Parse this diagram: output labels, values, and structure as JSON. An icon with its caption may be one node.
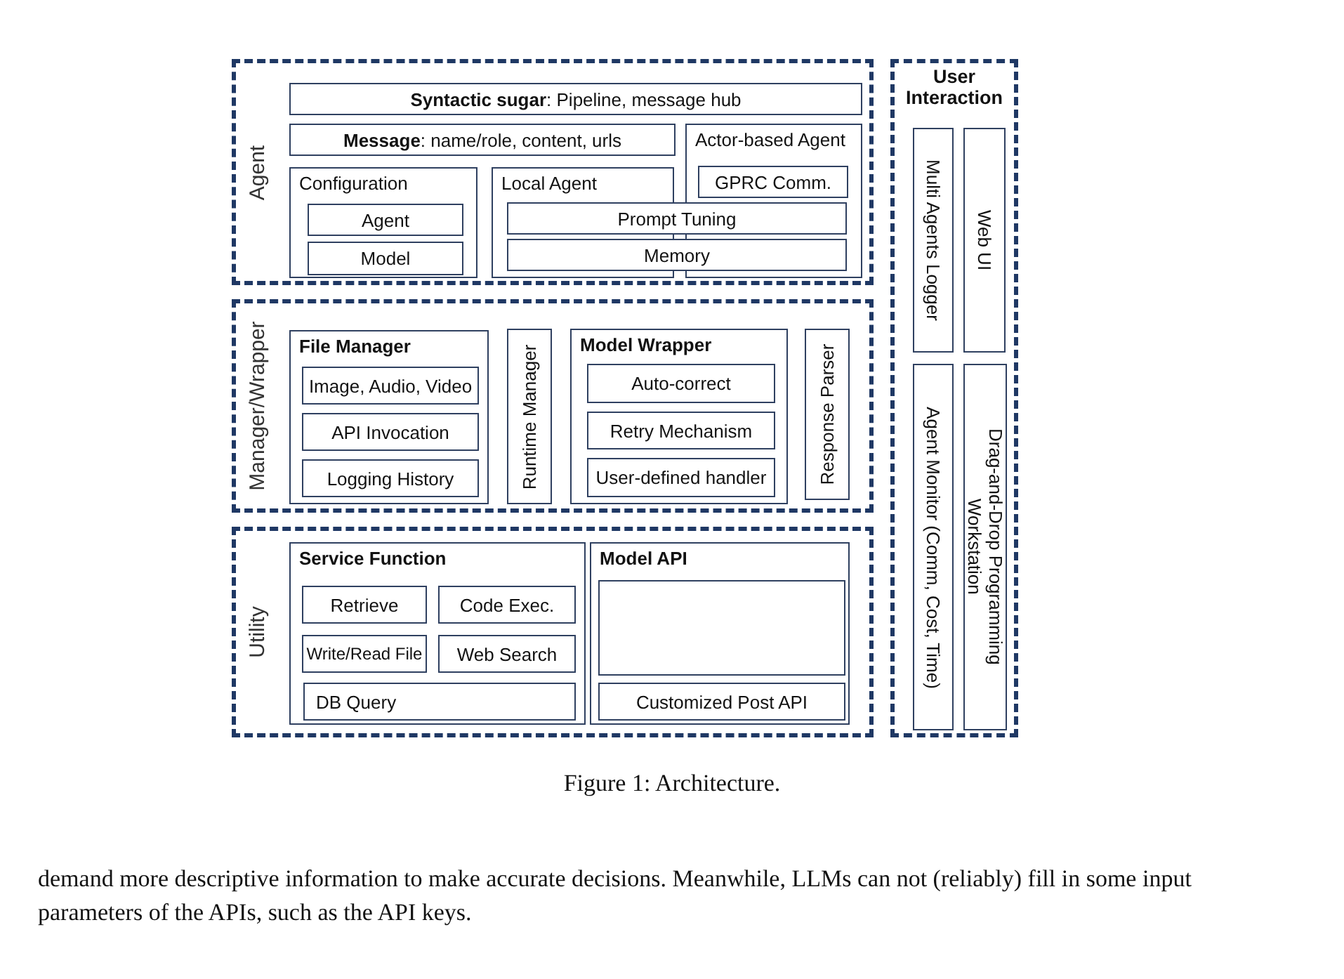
{
  "diagram": {
    "caption": "Figure 1: Architecture.",
    "nodes": [
      {
        "text": [
          "Agent"
        ]
      },
      {
        "text": [
          "**Syntactic sugar**: Pipeline, message hub"
        ],
        "in": 0
      },
      {
        "text": [
          "**Message**: name/role, content, urls"
        ],
        "in": 0
      },
      {
        "text": [
          "Actor-based Agent"
        ],
        "in": 0
      },
      {
        "text": [
          "GPRC Comm."
        ],
        "in": 3
      },
      {
        "text": [
          "Configuration"
        ],
        "in": 0
      },
      {
        "text": [
          "Agent"
        ],
        "in": 5
      },
      {
        "text": [
          "Model"
        ],
        "in": 5
      },
      {
        "text": [
          "Local Agent"
        ],
        "in": 0
      },
      {
        "text": [
          "Prompt Tuning"
        ],
        "in": 0
      },
      {
        "text": [
          "Memory"
        ],
        "in": 0
      },
      {
        "text": [
          "Manager/Wrapper"
        ]
      },
      {
        "text": [
          "File Manager"
        ],
        "in": 11
      },
      {
        "text": [
          "Image, Audio, Video"
        ],
        "in": 12
      },
      {
        "text": [
          "API Invocation"
        ],
        "in": 12
      },
      {
        "text": [
          "Logging History"
        ],
        "in": 12
      },
      {
        "text": [
          "Runtime Manager"
        ],
        "in": 11
      },
      {
        "text": [
          "Model Wrapper"
        ],
        "in": 11
      },
      {
        "text": [
          "Auto-correct"
        ],
        "in": 17
      },
      {
        "text": [
          "Retry Mechanism"
        ],
        "in": 17
      },
      {
        "text": [
          "User-defined handler"
        ],
        "in": 17
      },
      {
        "text": [
          "Response Parser"
        ],
        "in": 11
      },
      {
        "text": [
          "Utility"
        ]
      },
      {
        "text": [
          "Service Function"
        ],
        "in": 22
      },
      {
        "text": [
          "Retrieve"
        ],
        "in": 23
      },
      {
        "text": [
          "Code Exec."
        ],
        "in": 23
      },
      {
        "text": [
          "Write/Read File"
        ],
        "in": 23
      },
      {
        "text": [
          "Web Search"
        ],
        "in": 23
      },
      {
        "text": [
          "DB Query"
        ],
        "in": 23
      },
      {
        "text": [
          "Model API"
        ],
        "in": 22
      },
      {
        "text": [],
        "shape": "box",
        "in": 29
      },
      {
        "text": [
          "Customized Post API"
        ],
        "in": 29
      },
      {
        "text": [
          "User Interaction"
        ]
      },
      {
        "text": [
          "Multi Agents Logger"
        ],
        "in": 32
      },
      {
        "text": [
          "Web UI"
        ],
        "in": 32
      },
      {
        "text": [
          "Agent Monitor (Comm, Cost, Time)"
        ],
        "in": 32
      },
      {
        "text": [
          "Drag-and-Drop Programming Workstation"
        ],
        "in": 32
      }
    ],
    "edges": [],
    "labels": [
      "demand more descriptive information to make accurate decisions. Meanwhile, LLMs can not (reliably) fill in some input parameters of the APIs, such as the API keys."
    ]
  }
}
